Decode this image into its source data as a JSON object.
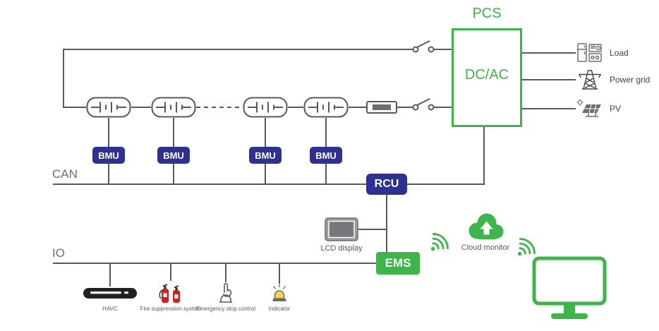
{
  "colors": {
    "green": "#3db54a",
    "navy": "#2e3192",
    "line": "#58595b",
    "grey": "#6d6e71",
    "red": "#d32027",
    "ink": "#414042"
  },
  "pcs": {
    "label": "PCS",
    "converter": "DC/AC"
  },
  "outputs": [
    {
      "label": "Load"
    },
    {
      "label": "Power grid"
    },
    {
      "label": "PV"
    }
  ],
  "bmus": [
    "BMU",
    "BMU",
    "BMU",
    "BMU"
  ],
  "buses": {
    "can": "CAN",
    "io": "IO"
  },
  "rcu": {
    "label": "RCU"
  },
  "ems": {
    "label": "EMS"
  },
  "lcd": {
    "label": "LCD display"
  },
  "cloud": {
    "label": "Cloud monitor"
  },
  "io_devices": [
    {
      "label": "HAVC"
    },
    {
      "label": "Fire suppression system"
    },
    {
      "label": "Emergency stop control"
    },
    {
      "label": "Indicator"
    }
  ]
}
